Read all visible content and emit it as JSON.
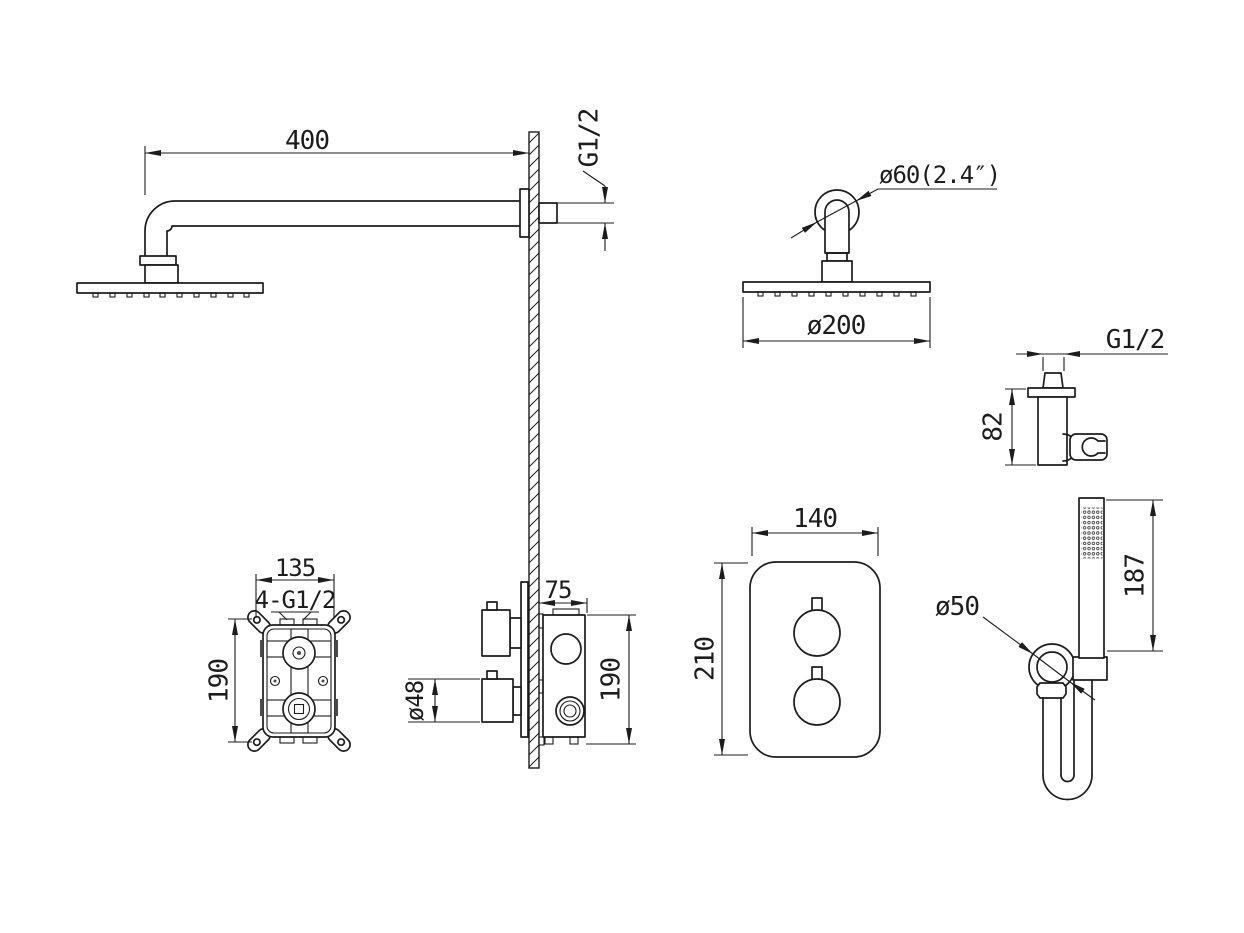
{
  "drawing": {
    "type": "technical-installation-diagram",
    "background_color": "#ffffff",
    "line_color": "#1c1c1c",
    "views": {
      "shower_arm": {
        "name": "wall-mounted shower arm with square rain head",
        "length_label": "400",
        "thread_label": "G1/2"
      },
      "shower_head": {
        "name": "round rain shower head side view",
        "escutcheon_label": "ø60(2.4″)",
        "diameter_label": "ø200"
      },
      "wall_outlet": {
        "name": "wall supply elbow with handset holder",
        "thread_label": "G1/2",
        "height_label": "82"
      },
      "valve_box_front": {
        "name": "concealed valve rough-in box front view",
        "width_label": "135",
        "ports_label": "4-G1/2",
        "height_label": "190"
      },
      "valve_side": {
        "name": "concealed valve side view through wall",
        "depth_label": "75",
        "knob_diameter_label": "ø48",
        "height_label": "190"
      },
      "trim_plate": {
        "name": "thermostatic trim plate with two handles",
        "width_label": "140",
        "height_label": "210"
      },
      "hand_shower": {
        "name": "hand shower on holder with hose",
        "length_label": "187",
        "holder_diameter_label": "ø50"
      }
    }
  }
}
